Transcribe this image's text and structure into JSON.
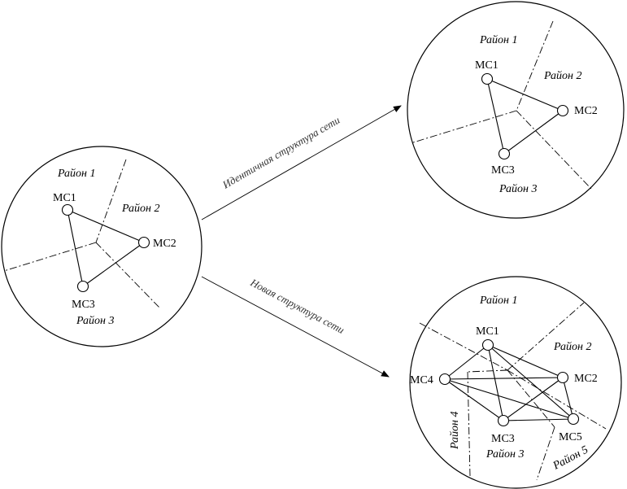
{
  "left_network": {
    "regions": [
      "Район 1",
      "Район 2",
      "Район 3"
    ],
    "nodes": [
      "МС1",
      "МС2",
      "МС3"
    ]
  },
  "top_right_network": {
    "regions": [
      "Район 1",
      "Район 2",
      "Район 3"
    ],
    "nodes": [
      "МС1",
      "МС2",
      "МС3"
    ]
  },
  "bottom_right_network": {
    "regions": [
      "Район 1",
      "Район 2",
      "Район 3",
      "Район 4",
      "Район 5"
    ],
    "nodes": [
      "МС1",
      "МС2",
      "МС3",
      "МС4",
      "МС5"
    ]
  },
  "arrows": {
    "identical": "Идентичная структура сети",
    "new": "Новая структура сети"
  }
}
